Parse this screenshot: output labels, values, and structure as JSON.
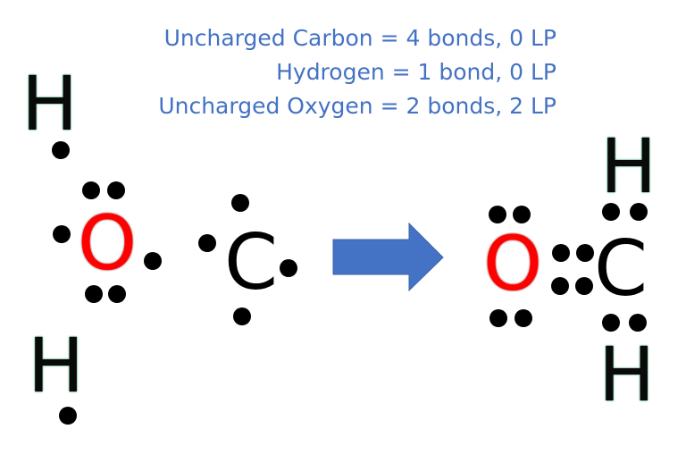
{
  "rules": {
    "color": "#4472C4",
    "lines": [
      "Uncharged Carbon = 4 bonds, 0 LP",
      "Hydrogen = 1 bond, 0 LP",
      "Uncharged Oxygen = 2 bonds, 2 LP"
    ]
  },
  "reactants": {
    "hydrogen_top": {
      "symbol": "H",
      "electrons": 1
    },
    "oxygen": {
      "symbol": "O",
      "color": "#ff0000",
      "lone_pairs": 2,
      "unpaired": 2
    },
    "hydrogen_bottom": {
      "symbol": "H",
      "electrons": 1
    },
    "carbon": {
      "symbol": "C",
      "unpaired": 4
    }
  },
  "arrow": {
    "color": "#4472C4",
    "direction": "right"
  },
  "product": {
    "oxygen": {
      "symbol": "O",
      "color": "#ff0000",
      "lone_pairs": 2
    },
    "bond": {
      "type": "double",
      "shared_electrons": 4
    },
    "carbon": {
      "symbol": "C"
    },
    "hydrogen_top": {
      "symbol": "H"
    },
    "hydrogen_bottom": {
      "symbol": "H"
    },
    "c_h_bonds": 2
  },
  "electron_color": "#000000"
}
